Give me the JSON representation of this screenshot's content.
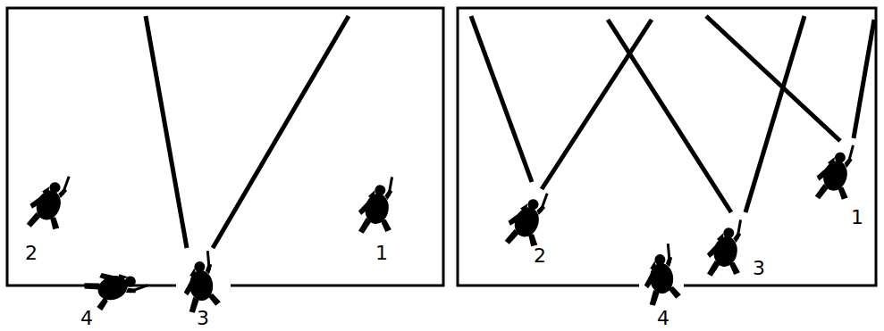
{
  "diagram": {
    "labels": [
      "2",
      "1",
      "4",
      "3",
      "2",
      "3",
      "1",
      "4"
    ]
  }
}
